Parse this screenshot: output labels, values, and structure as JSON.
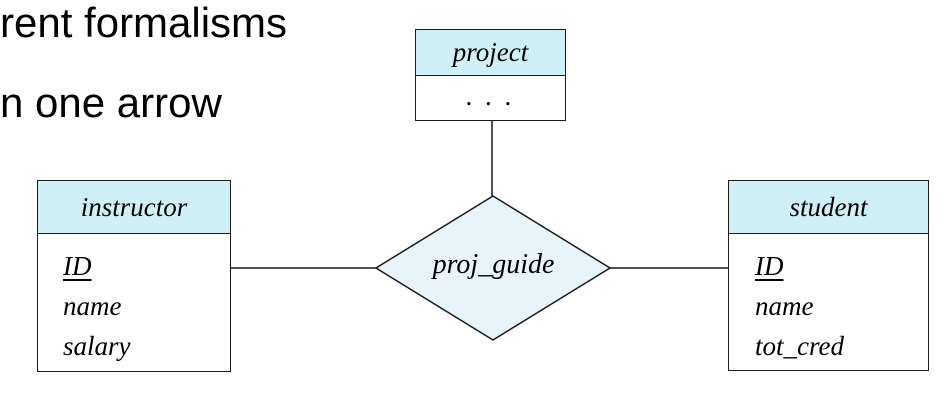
{
  "slide": {
    "line1": "rent formalisms",
    "line2": "n one arrow"
  },
  "diagram": {
    "project": {
      "name": "project",
      "attributes": ". . ."
    },
    "instructor": {
      "name": "instructor",
      "attributes": [
        "ID",
        "name",
        "salary"
      ],
      "primary_key": "ID"
    },
    "student": {
      "name": "student",
      "attributes": [
        "ID",
        "name",
        "tot_cred"
      ],
      "primary_key": "ID"
    },
    "relationship": {
      "name": "proj_guide"
    },
    "colors": {
      "entity_header": "#d0f0f8",
      "relationship_fill": "#e8f4fb",
      "stroke": "#1a1a1a"
    }
  }
}
